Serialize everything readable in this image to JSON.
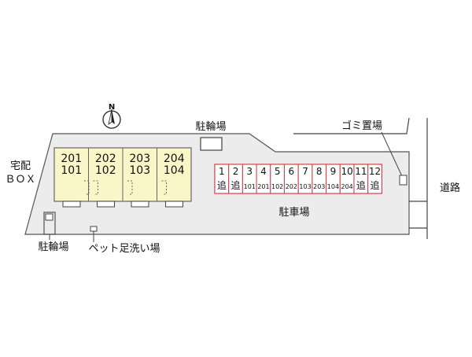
{
  "labels": {
    "north": "N",
    "bicycle_top": "駐輪場",
    "garbage": "ゴミ置場",
    "delivery_box_line1": "宅配",
    "delivery_box_line2": "ＢＯＸ",
    "road": "道路",
    "parking": "駐車場",
    "bicycle_bottom": "駐輪場",
    "pet_wash": "ペット足洗い場"
  },
  "units": [
    {
      "upper": "201",
      "lower": "101"
    },
    {
      "upper": "202",
      "lower": "102"
    },
    {
      "upper": "203",
      "lower": "103"
    },
    {
      "upper": "204",
      "lower": "104"
    }
  ],
  "parking_spaces": [
    {
      "number": "1",
      "assigned": "追"
    },
    {
      "number": "2",
      "assigned": "追"
    },
    {
      "number": "3",
      "assigned": "101"
    },
    {
      "number": "4",
      "assigned": "201"
    },
    {
      "number": "5",
      "assigned": "102"
    },
    {
      "number": "6",
      "assigned": "202"
    },
    {
      "number": "7",
      "assigned": "103"
    },
    {
      "number": "8",
      "assigned": "203"
    },
    {
      "number": "9",
      "assigned": "104"
    },
    {
      "number": "10",
      "assigned": "204"
    },
    {
      "number": "11",
      "assigned": "追"
    },
    {
      "number": "12",
      "assigned": "追"
    }
  ],
  "colors": {
    "lot": "#ececec",
    "building": "#fbf6c8",
    "parking_border": "#d8434f",
    "parking_fill": "#fde7ea",
    "outline": "#444444"
  }
}
